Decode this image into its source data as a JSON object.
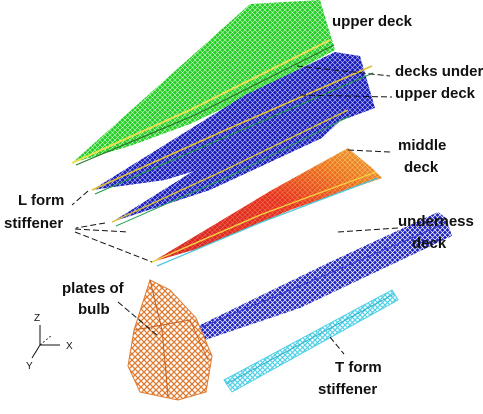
{
  "labels": {
    "upper_deck": "upper deck",
    "decks_under_1": "decks under",
    "decks_under_2": "upper deck",
    "middle_deck_1": "middle",
    "middle_deck_2": "deck",
    "underness_1": "underness",
    "underness_2": "deck",
    "l_form_1": "L form",
    "l_form_2": "stiffener",
    "plates_bulb_1": "plates of",
    "plates_bulb_2": "bulb",
    "t_form_1": "T form",
    "t_form_2": "stiffener"
  },
  "axes": {
    "z": "Z",
    "x": "X",
    "y": "Y"
  },
  "colors": {
    "upper_deck": "#22cc22",
    "decks_under": "#1a1ab8",
    "middle_deck": "#e22020",
    "underness_deck": "#1e22c0",
    "plates_of_bulb": "#e07a30",
    "t_form_stiffener": "#4fd0e6",
    "annotation": "#111111"
  },
  "icons": {
    "coordinate_triad": "xyz-axes-icon"
  }
}
